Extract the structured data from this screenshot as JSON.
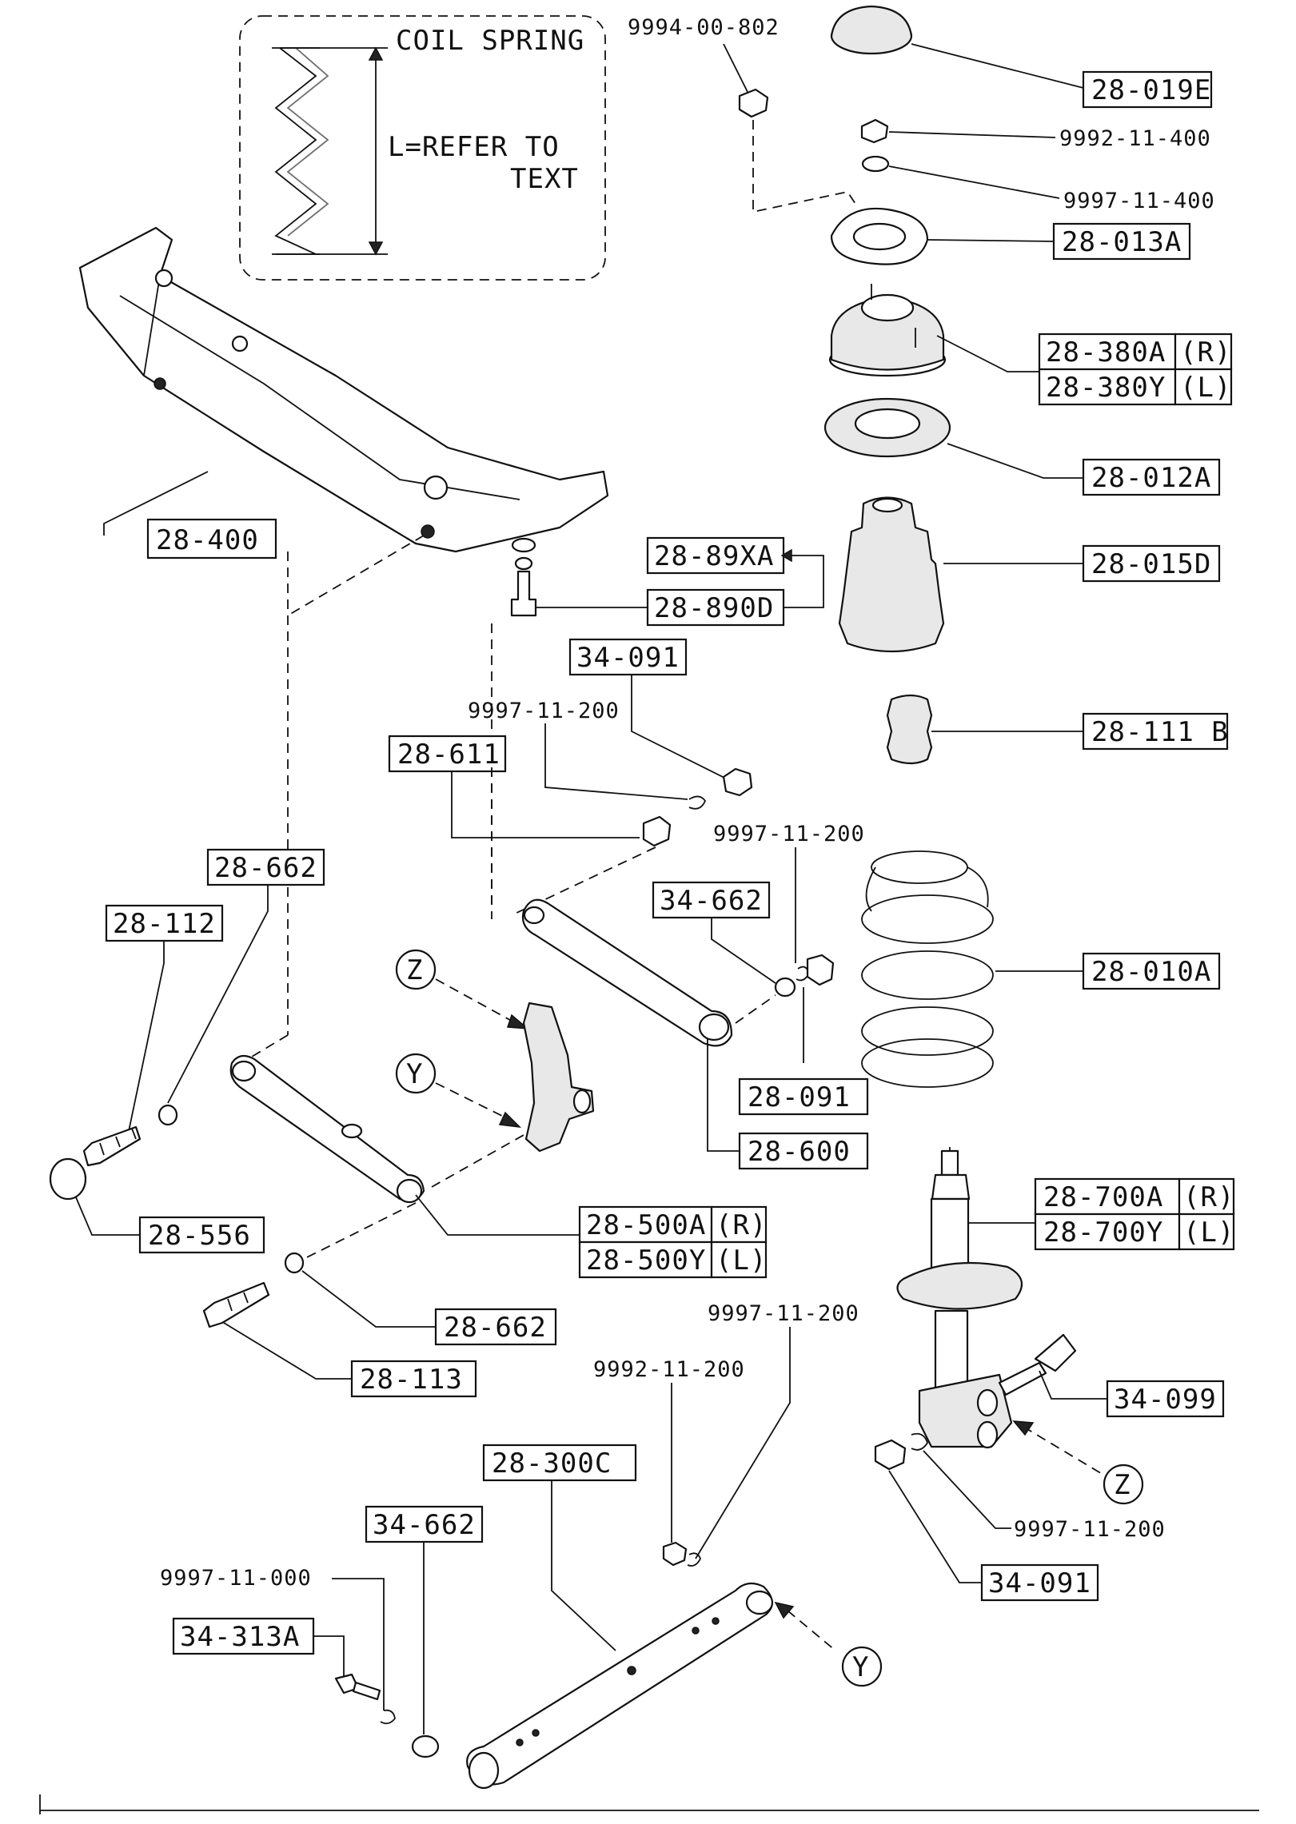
{
  "inset": {
    "title": "COIL SPRING",
    "note_line1": "L=REFER TO",
    "note_line2": "TEXT"
  },
  "views": {
    "z": "Z",
    "y": "Y"
  },
  "part_numbers": {
    "p_994_00_802": "9994-00-802",
    "p_28_019e": "28-019E",
    "p_9992_11_400": "9992-11-400",
    "p_9997_11_400": "9997-11-400",
    "p_28_013a": "28-013A",
    "p_28_380a": "28-380A",
    "p_28_380y": "28-380Y",
    "side_r": "(R)",
    "side_l": "(L)",
    "p_28_012a": "28-012A",
    "p_28_400": "28-400",
    "p_28_89xa": "28-89XA",
    "p_28_890d": "28-890D",
    "p_28_015d": "28-015D",
    "p_34_091_a": "34-091",
    "p_9997_11_200_a": "9997-11-200",
    "p_28_611": "28-611",
    "p_28_111b": "28-111 B",
    "p_9997_11_200_b": "9997-11-200",
    "p_28_662_a": "28-662",
    "p_34_662_a": "34-662",
    "p_28_112": "28-112",
    "p_28_010a": "28-010A",
    "p_28_091": "28-091",
    "p_28_600": "28-600",
    "p_28_556": "28-556",
    "p_28_500a": "28-500A",
    "p_28_500y": "28-500Y",
    "p_28_700a": "28-700A",
    "p_28_700y": "28-700Y",
    "p_28_662_b": "28-662",
    "p_9997_11_200_c": "9997-11-200",
    "p_28_113": "28-113",
    "p_9992_11_200": "9992-11-200",
    "p_34_099": "34-099",
    "p_28_300c": "28-300C",
    "p_34_662_b": "34-662",
    "p_9997_11_200_d": "9997-11-200",
    "p_34_091_b": "34-091",
    "p_9997_11_000": "9997-11-000",
    "p_34_313a": "34-313A"
  }
}
